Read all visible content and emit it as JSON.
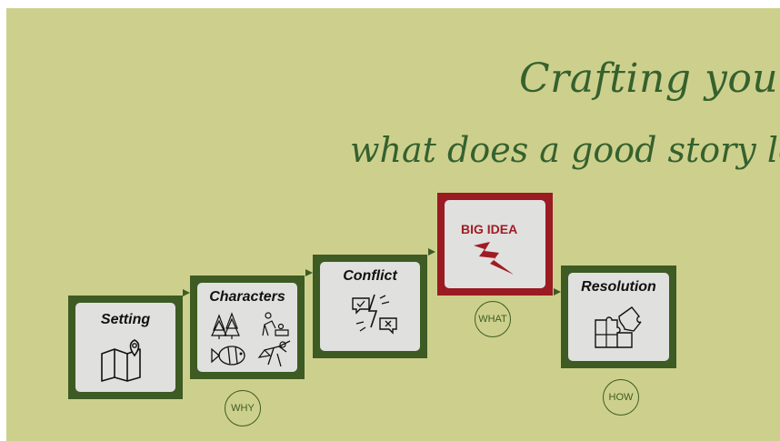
{
  "slide": {
    "title": "Crafting your story",
    "subtitle": "what does a good story look like"
  },
  "steps": {
    "setting": {
      "label": "Setting",
      "icon": "map-pin-icon"
    },
    "characters": {
      "label": "Characters",
      "icon": "characters-icon"
    },
    "conflict": {
      "label": "Conflict",
      "icon": "conflict-icon"
    },
    "big_idea": {
      "label": "BIG IDEA",
      "icon": "lightning-icon"
    },
    "resolution": {
      "label": "Resolution",
      "icon": "puzzle-icon"
    }
  },
  "circles": {
    "why": "WHY",
    "what": "WHAT",
    "how": "HOW"
  },
  "colors": {
    "background": "#cdd08c",
    "accent_green": "#3d5b23",
    "accent_red": "#9a1b22",
    "card_fill": "#e0e0df"
  }
}
